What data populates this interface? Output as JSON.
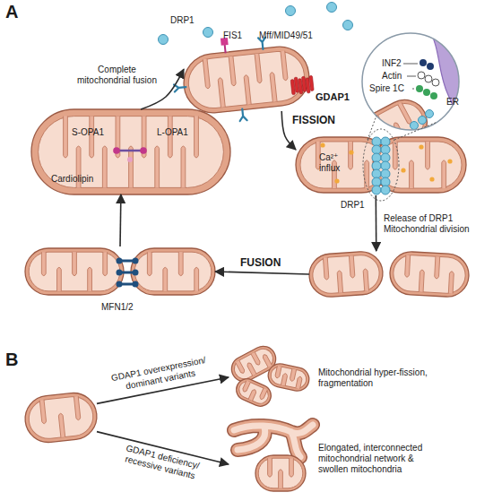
{
  "diagram": {
    "nodes": [
      {
        "text": [
          "FIS1",
          "Mff/MID49/51",
          "GDAP1"
        ]
      },
      {
        "text": [
          "INF2",
          "Actin",
          "Spire 1C",
          "ER"
        ]
      },
      {
        "text": [
          "Ca²⁺ influx",
          "DRP1"
        ]
      },
      {
        "text": []
      },
      {
        "text": [
          "MFN1/2"
        ]
      },
      {
        "text": [
          "S-OPA1",
          "L-OPA1",
          "Cardiolipin"
        ]
      },
      {
        "text": []
      },
      {
        "text": [
          "Mitochondrial hyper-fission, fragmentation"
        ]
      },
      {
        "text": [
          "Elongated, interconnected mitochondrial network & swollen mitochondria"
        ]
      }
    ],
    "edges": [
      {
        "from": 0,
        "to": 2,
        "arrow": "to",
        "label": "FISSION"
      },
      {
        "from": 2,
        "to": 3,
        "arrow": "to",
        "label": "Release of DRP1 Mitochondrial division"
      },
      {
        "from": 3,
        "to": 4,
        "arrow": "to",
        "label": "FUSION"
      },
      {
        "from": 4,
        "to": 5,
        "arrow": "to"
      },
      {
        "from": 5,
        "to": 0,
        "arrow": "to",
        "label": "Complete mitochondrial fusion"
      },
      {
        "from": 6,
        "to": 7,
        "arrow": "to",
        "label": "GDAP1 overexpression/ dominant variants"
      },
      {
        "from": 6,
        "to": 8,
        "arrow": "to",
        "label": "GDAP1 deficiency/ recessive variants"
      }
    ],
    "labels": [
      "A",
      "DRP1",
      "B"
    ]
  }
}
